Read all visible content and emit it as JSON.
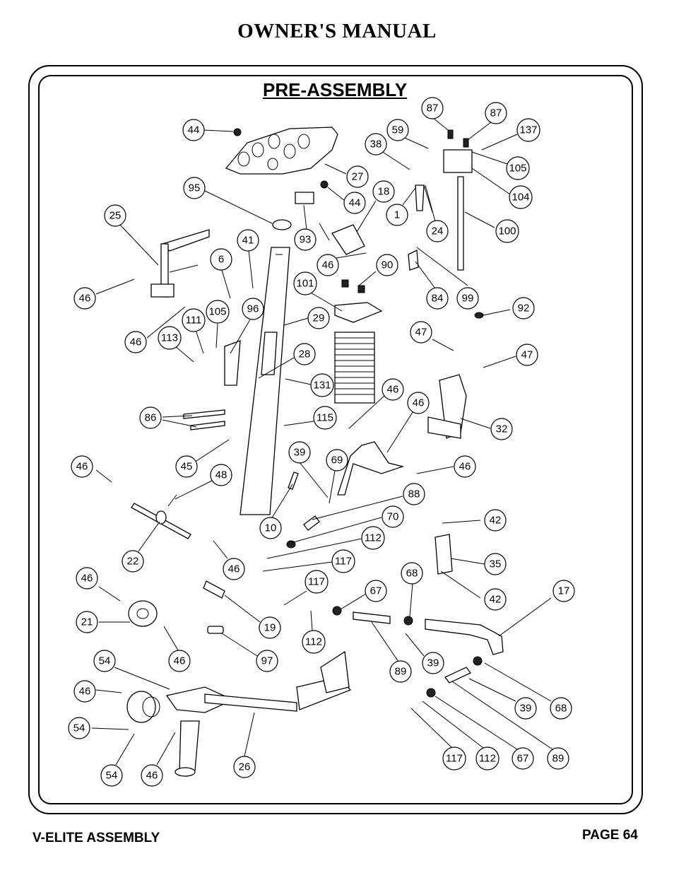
{
  "header": {
    "title": "OWNER'S MANUAL"
  },
  "section": {
    "title": "PRE-ASSEMBLY"
  },
  "footer": {
    "left": "V-ELITE ASSEMBLY",
    "right": "PAGE 64"
  },
  "callouts": [
    "44",
    "87",
    "87",
    "59",
    "137",
    "38",
    "105",
    "27",
    "95",
    "18",
    "44",
    "104",
    "1",
    "25",
    "93",
    "100",
    "24",
    "41",
    "6",
    "46",
    "90",
    "101",
    "84",
    "99",
    "92",
    "46",
    "105",
    "96",
    "29",
    "111",
    "113",
    "46",
    "47",
    "47",
    "28",
    "131",
    "46",
    "46",
    "86",
    "115",
    "32",
    "39",
    "69",
    "46",
    "45",
    "48",
    "46",
    "88",
    "10",
    "70",
    "42",
    "112",
    "22",
    "46",
    "117",
    "35",
    "42",
    "68",
    "46",
    "117",
    "67",
    "17",
    "21",
    "46",
    "19",
    "112",
    "97",
    "39",
    "89",
    "54",
    "46",
    "54",
    "46",
    "54",
    "26",
    "68",
    "39",
    "117",
    "112",
    "67",
    "89"
  ]
}
